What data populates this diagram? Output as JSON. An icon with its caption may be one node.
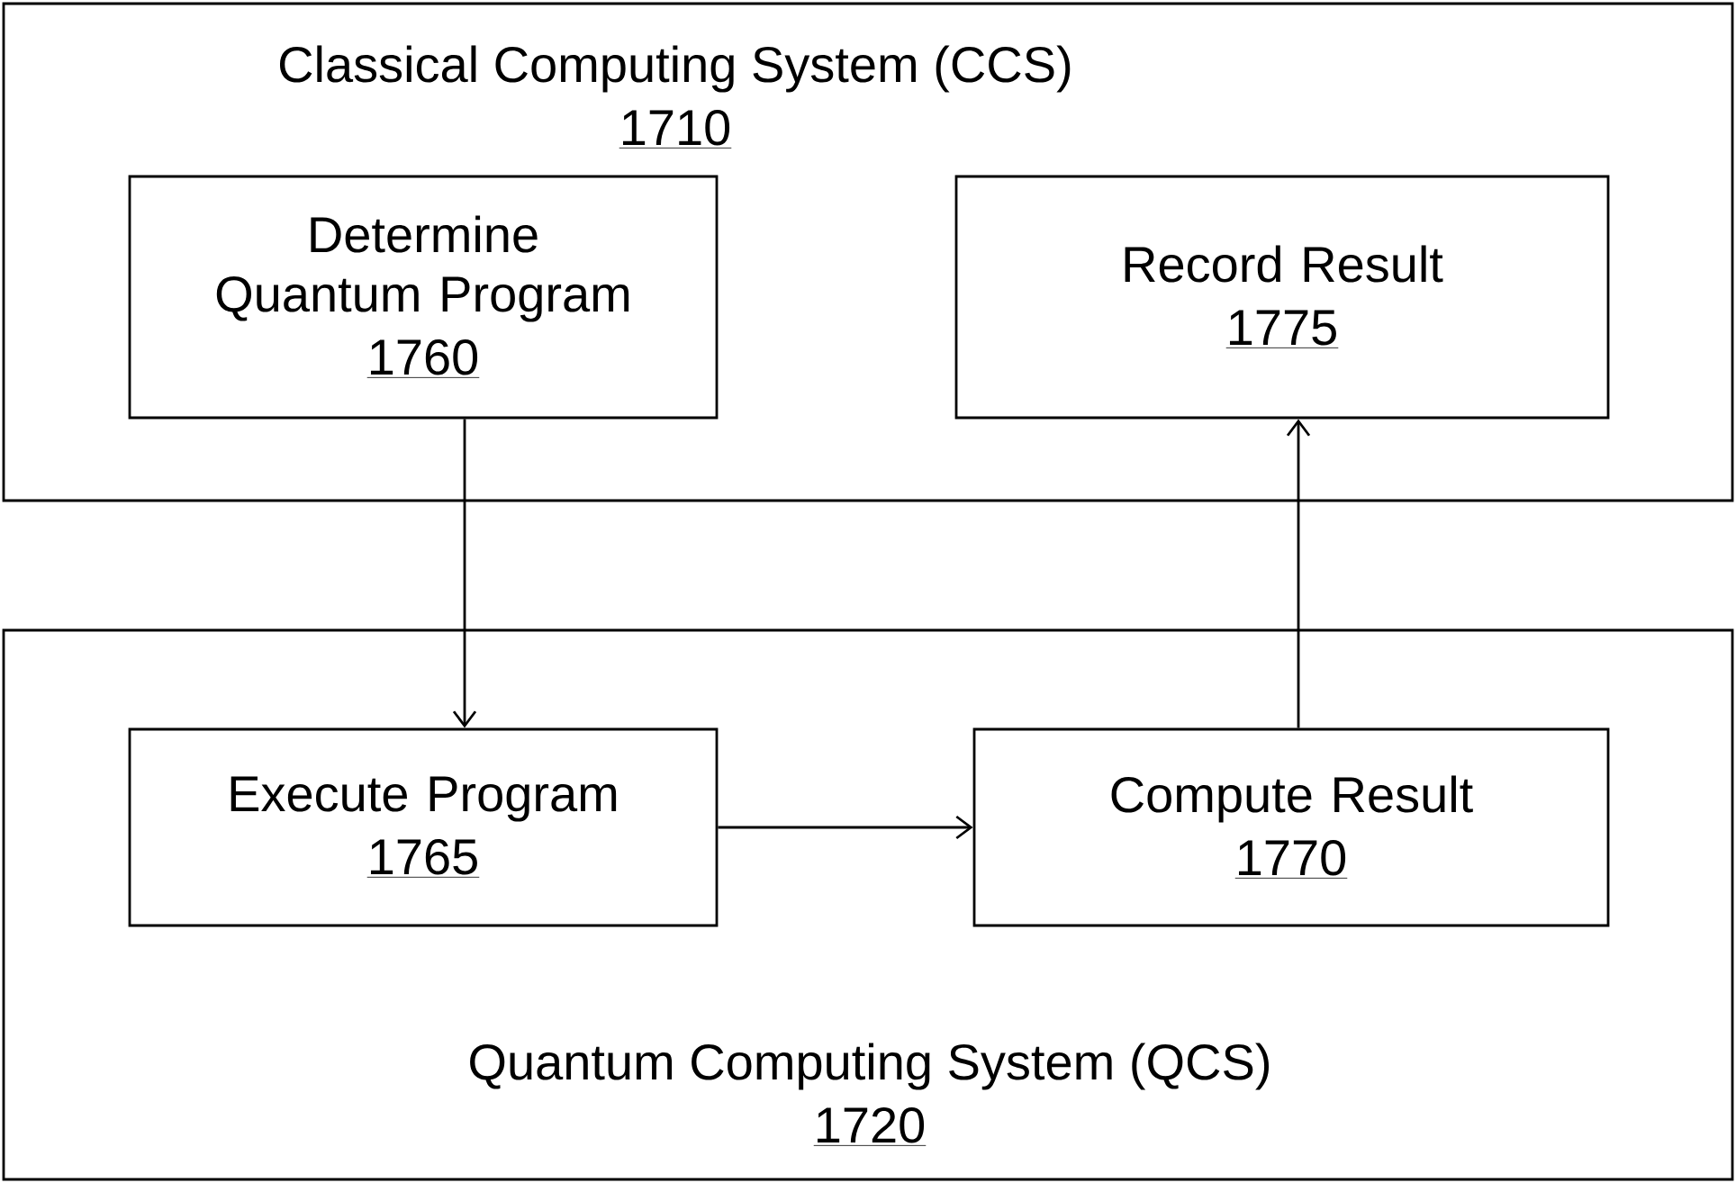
{
  "diagram": {
    "nodes": [
      {
        "text": [
          "Classical Computing System (CCS)",
          "1710"
        ]
      },
      {
        "text": [
          "Determine Quantum Program",
          "1760"
        ],
        "in": 0
      },
      {
        "text": [
          "Record Result",
          "1775"
        ],
        "in": 0
      },
      {
        "text": [
          "Quantum Computing System (QCS)",
          "1720"
        ]
      },
      {
        "text": [
          "Execute Program",
          "1765"
        ],
        "in": 3
      },
      {
        "text": [
          "Compute Result",
          "1770"
        ],
        "in": 3
      }
    ],
    "edges": [
      {
        "from": 1,
        "to": 4,
        "arrow": "to"
      },
      {
        "from": 4,
        "to": 5,
        "arrow": "to"
      },
      {
        "from": 5,
        "to": 2,
        "arrow": "to"
      }
    ]
  }
}
